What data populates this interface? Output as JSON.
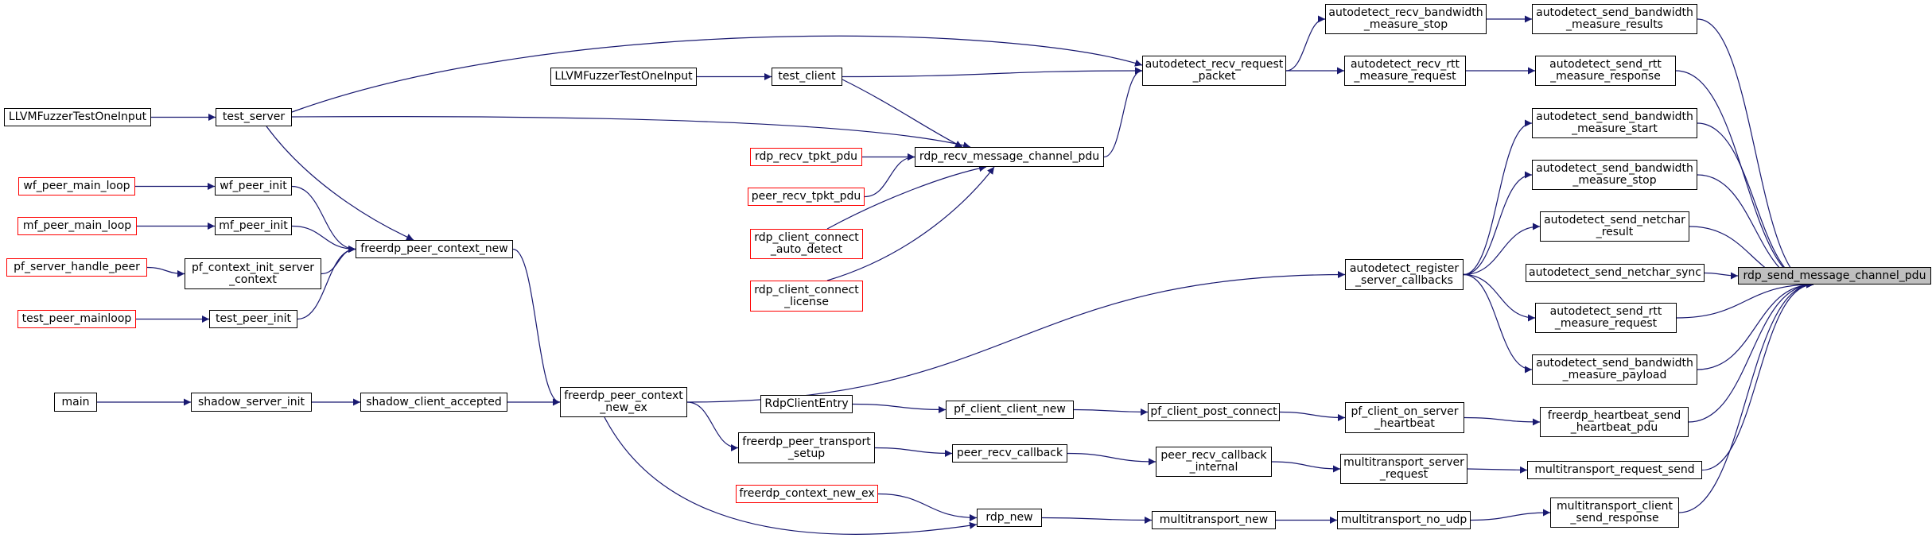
{
  "diagram": {
    "type": "doxygen-caller-graph",
    "colors": {
      "edge": "#191970",
      "node_border": "#000000",
      "truncated_border": "#ff0000",
      "target_fill": "#bfbfbf"
    },
    "nodes": [
      {
        "id": "rdp_send_message_channel_pdu",
        "lines": [
          "rdp_send_message_channel_pdu"
        ],
        "style": "target"
      },
      {
        "id": "ad_send_bw_results",
        "lines": [
          "autodetect_send_bandwidth",
          "_measure_results"
        ],
        "style": "normal"
      },
      {
        "id": "ad_send_rtt_response",
        "lines": [
          "autodetect_send_rtt",
          "_measure_response"
        ],
        "style": "normal"
      },
      {
        "id": "ad_send_bw_start",
        "lines": [
          "autodetect_send_bandwidth",
          "_measure_start"
        ],
        "style": "normal"
      },
      {
        "id": "ad_send_bw_stop",
        "lines": [
          "autodetect_send_bandwidth",
          "_measure_stop"
        ],
        "style": "normal"
      },
      {
        "id": "ad_send_netchar_result",
        "lines": [
          "autodetect_send_netchar",
          "_result"
        ],
        "style": "normal"
      },
      {
        "id": "ad_send_netchar_sync",
        "lines": [
          "autodetect_send_netchar_sync"
        ],
        "style": "normal"
      },
      {
        "id": "ad_send_rtt_request",
        "lines": [
          "autodetect_send_rtt",
          "_measure_request"
        ],
        "style": "normal"
      },
      {
        "id": "ad_send_bw_payload",
        "lines": [
          "autodetect_send_bandwidth",
          "_measure_payload"
        ],
        "style": "normal"
      },
      {
        "id": "fr_heartbeat_send",
        "lines": [
          "freerdp_heartbeat_send",
          "_heartbeat_pdu"
        ],
        "style": "normal"
      },
      {
        "id": "mt_request_send",
        "lines": [
          "multitransport_request_send"
        ],
        "style": "normal"
      },
      {
        "id": "mt_client_send_response",
        "lines": [
          "multitransport_client",
          "_send_response"
        ],
        "style": "normal"
      },
      {
        "id": "ad_recv_bw_stop",
        "lines": [
          "autodetect_recv_bandwidth",
          "_measure_stop"
        ],
        "style": "normal"
      },
      {
        "id": "ad_recv_rtt_request",
        "lines": [
          "autodetect_recv_rtt",
          "_measure_request"
        ],
        "style": "normal"
      },
      {
        "id": "ad_register_server_callbacks",
        "lines": [
          "autodetect_register",
          "_server_callbacks"
        ],
        "style": "normal"
      },
      {
        "id": "pf_client_on_server_heartbeat",
        "lines": [
          "pf_client_on_server",
          "_heartbeat"
        ],
        "style": "normal"
      },
      {
        "id": "mt_server_request",
        "lines": [
          "multitransport_server",
          "_request"
        ],
        "style": "normal"
      },
      {
        "id": "mt_no_udp",
        "lines": [
          "multitransport_no_udp"
        ],
        "style": "normal"
      },
      {
        "id": "ad_recv_request_packet",
        "lines": [
          "autodetect_recv_request",
          "_packet"
        ],
        "style": "normal"
      },
      {
        "id": "pf_client_post_connect",
        "lines": [
          "pf_client_post_connect"
        ],
        "style": "normal"
      },
      {
        "id": "peer_recv_callback_internal",
        "lines": [
          "peer_recv_callback",
          "_internal"
        ],
        "style": "normal"
      },
      {
        "id": "multitransport_new",
        "lines": [
          "multitransport_new"
        ],
        "style": "normal"
      },
      {
        "id": "rdp_recv_message_channel_pdu",
        "lines": [
          "rdp_recv_message_channel_pdu"
        ],
        "style": "normal"
      },
      {
        "id": "pf_client_client_new",
        "lines": [
          "pf_client_client_new"
        ],
        "style": "normal"
      },
      {
        "id": "peer_recv_callback",
        "lines": [
          "peer_recv_callback"
        ],
        "style": "normal"
      },
      {
        "id": "rdp_new",
        "lines": [
          "rdp_new"
        ],
        "style": "normal"
      },
      {
        "id": "test_client",
        "lines": [
          "test_client"
        ],
        "style": "normal"
      },
      {
        "id": "rdp_recv_tpkt_pdu",
        "lines": [
          "rdp_recv_tpkt_pdu"
        ],
        "style": "truncated"
      },
      {
        "id": "peer_recv_tpkt_pdu",
        "lines": [
          "peer_recv_tpkt_pdu"
        ],
        "style": "truncated"
      },
      {
        "id": "rdp_client_connect_auto_detect",
        "lines": [
          "rdp_client_connect",
          "_auto_detect"
        ],
        "style": "truncated"
      },
      {
        "id": "rdp_client_connect_license",
        "lines": [
          "rdp_client_connect",
          "_license"
        ],
        "style": "truncated"
      },
      {
        "id": "RdpClientEntry",
        "lines": [
          "RdpClientEntry"
        ],
        "style": "normal"
      },
      {
        "id": "fr_peer_transport_setup",
        "lines": [
          "freerdp_peer_transport",
          "_setup"
        ],
        "style": "normal"
      },
      {
        "id": "fr_context_new_ex",
        "lines": [
          "freerdp_context_new_ex"
        ],
        "style": "truncated"
      },
      {
        "id": "LLVMFuzzer_client",
        "lines": [
          "LLVMFuzzerTestOneInput"
        ],
        "style": "normal"
      },
      {
        "id": "fr_peer_context_new_ex",
        "lines": [
          "freerdp_peer_context",
          "_new_ex"
        ],
        "style": "normal"
      },
      {
        "id": "fr_peer_context_new",
        "lines": [
          "freerdp_peer_context_new"
        ],
        "style": "normal"
      },
      {
        "id": "shadow_client_accepted",
        "lines": [
          "shadow_client_accepted"
        ],
        "style": "normal"
      },
      {
        "id": "test_server",
        "lines": [
          "test_server"
        ],
        "style": "normal"
      },
      {
        "id": "wf_peer_init",
        "lines": [
          "wf_peer_init"
        ],
        "style": "normal"
      },
      {
        "id": "mf_peer_init",
        "lines": [
          "mf_peer_init"
        ],
        "style": "normal"
      },
      {
        "id": "pf_context_init_server_context",
        "lines": [
          "pf_context_init_server",
          "_context"
        ],
        "style": "normal"
      },
      {
        "id": "test_peer_init",
        "lines": [
          "test_peer_init"
        ],
        "style": "normal"
      },
      {
        "id": "shadow_server_init",
        "lines": [
          "shadow_server_init"
        ],
        "style": "normal"
      },
      {
        "id": "LLVMFuzzer_server",
        "lines": [
          "LLVMFuzzerTestOneInput"
        ],
        "style": "normal"
      },
      {
        "id": "wf_peer_main_loop",
        "lines": [
          "wf_peer_main_loop"
        ],
        "style": "truncated"
      },
      {
        "id": "mf_peer_main_loop",
        "lines": [
          "mf_peer_main_loop"
        ],
        "style": "truncated"
      },
      {
        "id": "pf_server_handle_peer",
        "lines": [
          "pf_server_handle_peer"
        ],
        "style": "truncated"
      },
      {
        "id": "test_peer_mainloop",
        "lines": [
          "test_peer_mainloop"
        ],
        "style": "truncated"
      },
      {
        "id": "main",
        "lines": [
          "main"
        ],
        "style": "normal"
      }
    ],
    "edges": [
      {
        "from": "ad_send_bw_results",
        "to": "rdp_send_message_channel_pdu"
      },
      {
        "from": "ad_send_rtt_response",
        "to": "rdp_send_message_channel_pdu"
      },
      {
        "from": "ad_send_bw_start",
        "to": "rdp_send_message_channel_pdu"
      },
      {
        "from": "ad_send_bw_stop",
        "to": "rdp_send_message_channel_pdu"
      },
      {
        "from": "ad_send_netchar_result",
        "to": "rdp_send_message_channel_pdu"
      },
      {
        "from": "ad_send_netchar_sync",
        "to": "rdp_send_message_channel_pdu"
      },
      {
        "from": "ad_send_rtt_request",
        "to": "rdp_send_message_channel_pdu"
      },
      {
        "from": "ad_send_bw_payload",
        "to": "rdp_send_message_channel_pdu"
      },
      {
        "from": "fr_heartbeat_send",
        "to": "rdp_send_message_channel_pdu"
      },
      {
        "from": "mt_request_send",
        "to": "rdp_send_message_channel_pdu"
      },
      {
        "from": "mt_client_send_response",
        "to": "rdp_send_message_channel_pdu"
      },
      {
        "from": "ad_recv_bw_stop",
        "to": "ad_send_bw_results"
      },
      {
        "from": "ad_recv_rtt_request",
        "to": "ad_send_rtt_response"
      },
      {
        "from": "ad_register_server_callbacks",
        "to": "ad_send_bw_start"
      },
      {
        "from": "ad_register_server_callbacks",
        "to": "ad_send_bw_stop"
      },
      {
        "from": "ad_register_server_callbacks",
        "to": "ad_send_netchar_result"
      },
      {
        "from": "ad_register_server_callbacks",
        "to": "ad_send_rtt_request"
      },
      {
        "from": "ad_register_server_callbacks",
        "to": "ad_send_bw_payload"
      },
      {
        "from": "pf_client_on_server_heartbeat",
        "to": "fr_heartbeat_send"
      },
      {
        "from": "mt_server_request",
        "to": "mt_request_send"
      },
      {
        "from": "mt_no_udp",
        "to": "mt_client_send_response"
      },
      {
        "from": "ad_recv_request_packet",
        "to": "ad_recv_bw_stop"
      },
      {
        "from": "ad_recv_request_packet",
        "to": "ad_recv_rtt_request"
      },
      {
        "from": "pf_client_post_connect",
        "to": "pf_client_on_server_heartbeat"
      },
      {
        "from": "peer_recv_callback_internal",
        "to": "mt_server_request"
      },
      {
        "from": "multitransport_new",
        "to": "mt_no_udp"
      },
      {
        "from": "rdp_recv_message_channel_pdu",
        "to": "ad_recv_request_packet"
      },
      {
        "from": "test_client",
        "to": "ad_recv_request_packet"
      },
      {
        "from": "test_server",
        "to": "ad_recv_request_packet"
      },
      {
        "from": "pf_client_client_new",
        "to": "pf_client_post_connect"
      },
      {
        "from": "peer_recv_callback",
        "to": "peer_recv_callback_internal"
      },
      {
        "from": "rdp_new",
        "to": "multitransport_new"
      },
      {
        "from": "fr_peer_context_new_ex",
        "to": "ad_register_server_callbacks"
      },
      {
        "from": "test_client",
        "to": "rdp_recv_message_channel_pdu"
      },
      {
        "from": "test_server",
        "to": "rdp_recv_message_channel_pdu"
      },
      {
        "from": "rdp_recv_tpkt_pdu",
        "to": "rdp_recv_message_channel_pdu"
      },
      {
        "from": "peer_recv_tpkt_pdu",
        "to": "rdp_recv_message_channel_pdu"
      },
      {
        "from": "rdp_client_connect_auto_detect",
        "to": "rdp_recv_message_channel_pdu"
      },
      {
        "from": "rdp_client_connect_license",
        "to": "rdp_recv_message_channel_pdu"
      },
      {
        "from": "RdpClientEntry",
        "to": "pf_client_client_new"
      },
      {
        "from": "fr_peer_transport_setup",
        "to": "peer_recv_callback"
      },
      {
        "from": "fr_context_new_ex",
        "to": "rdp_new"
      },
      {
        "from": "fr_peer_context_new_ex",
        "to": "rdp_new"
      },
      {
        "from": "LLVMFuzzer_client",
        "to": "test_client"
      },
      {
        "from": "fr_peer_context_new_ex",
        "to": "fr_peer_transport_setup"
      },
      {
        "from": "fr_peer_context_new",
        "to": "fr_peer_context_new_ex"
      },
      {
        "from": "shadow_client_accepted",
        "to": "fr_peer_context_new_ex"
      },
      {
        "from": "test_server",
        "to": "fr_peer_context_new"
      },
      {
        "from": "wf_peer_init",
        "to": "fr_peer_context_new"
      },
      {
        "from": "mf_peer_init",
        "to": "fr_peer_context_new"
      },
      {
        "from": "pf_context_init_server_context",
        "to": "fr_peer_context_new"
      },
      {
        "from": "test_peer_init",
        "to": "fr_peer_context_new"
      },
      {
        "from": "shadow_server_init",
        "to": "shadow_client_accepted"
      },
      {
        "from": "LLVMFuzzer_server",
        "to": "test_server"
      },
      {
        "from": "wf_peer_main_loop",
        "to": "wf_peer_init"
      },
      {
        "from": "mf_peer_main_loop",
        "to": "mf_peer_init"
      },
      {
        "from": "pf_server_handle_peer",
        "to": "pf_context_init_server_context"
      },
      {
        "from": "test_peer_mainloop",
        "to": "test_peer_init"
      },
      {
        "from": "main",
        "to": "shadow_server_init"
      }
    ]
  }
}
